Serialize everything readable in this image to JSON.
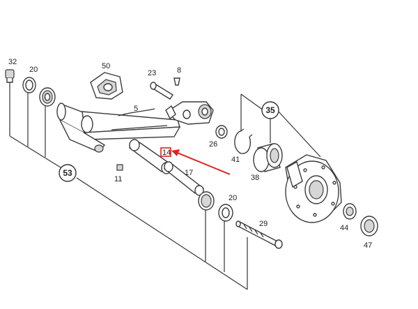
{
  "diagram": {
    "part_labels": [
      "32",
      "20",
      "50",
      "23",
      "8",
      "5",
      "35",
      "26",
      "41",
      "38",
      "11",
      "17",
      "20",
      "29",
      "44",
      "47"
    ],
    "group_labels": [
      "53",
      "35"
    ],
    "highlighted_label": "14",
    "highlight_color": "#e02020",
    "line_color": "#333333"
  }
}
